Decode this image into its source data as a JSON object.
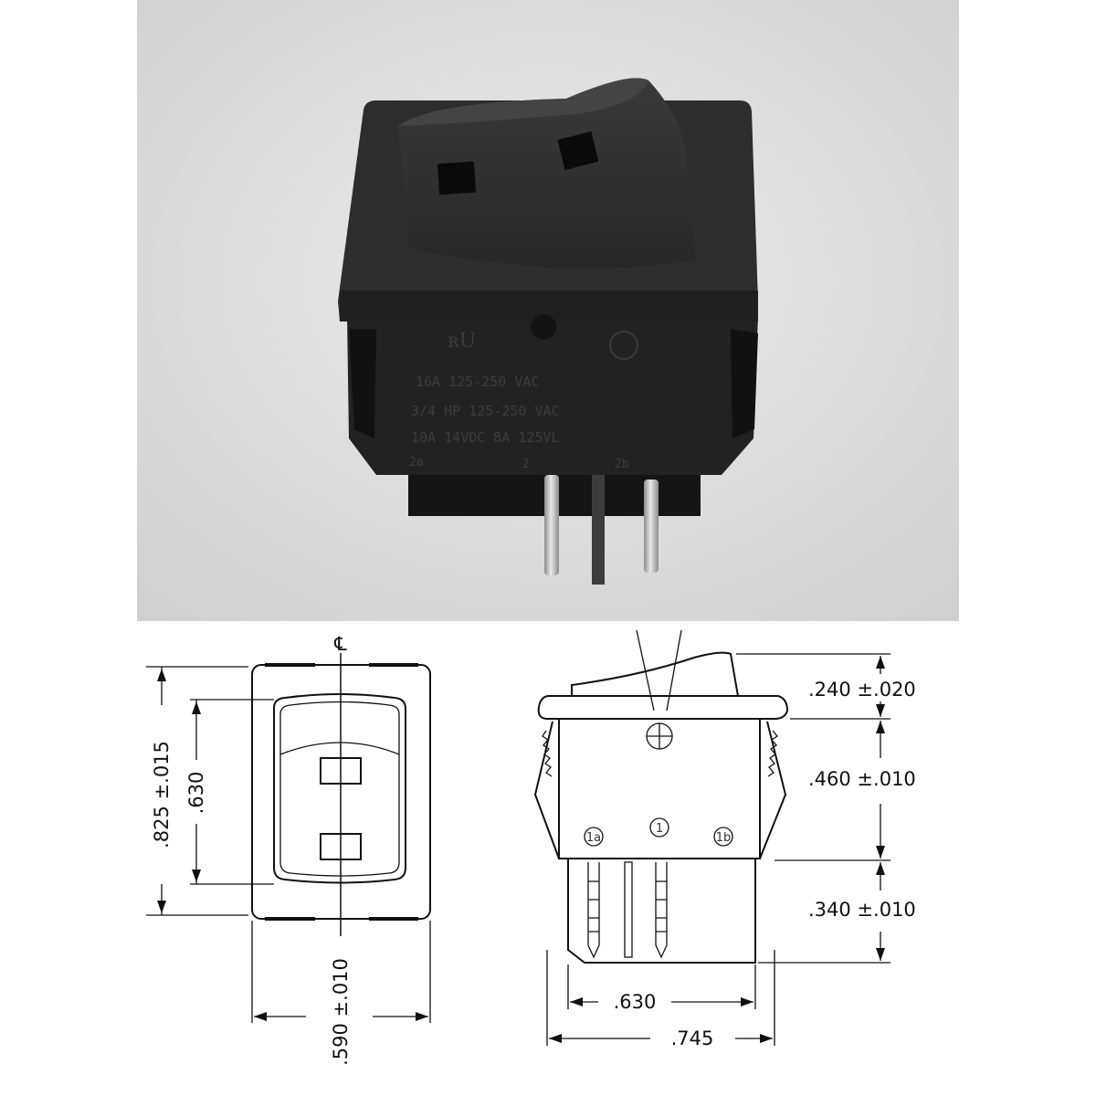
{
  "photo": {
    "rating_lines": [
      "16A 125-250 VAC",
      "3/4 HP 125-250 VAC",
      "10A 14VDC 8A 125VL"
    ],
    "terminal_labels": [
      "2a",
      "2",
      "2b"
    ],
    "colors": {
      "background": "#d9d9d9",
      "switch_body": "#2b2b2b",
      "pins": "#bdbdbd"
    }
  },
  "front_view": {
    "centerline_symbol": "℄",
    "height_overall": ".825 ±.015",
    "height_actuator": ".630",
    "width_overall": ".590 ±.010"
  },
  "side_view": {
    "dim_actuator_height": ".240 ±.020",
    "dim_body_height": ".460 ±.010",
    "dim_pin_length": ".340 ±.010",
    "dim_pin_spacing": ".630",
    "dim_overall_width": ".745",
    "terminal_marks": [
      "1a",
      "1",
      "1b"
    ]
  }
}
